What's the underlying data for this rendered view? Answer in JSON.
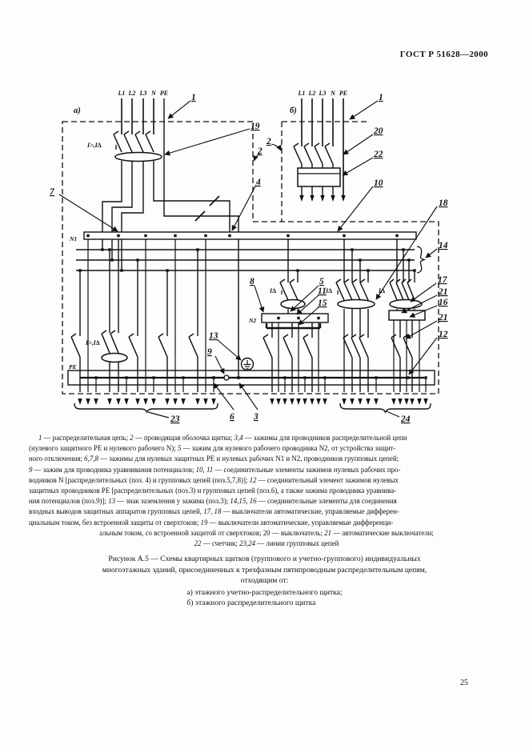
{
  "page": {
    "header": "ГОСТ Р 51628—2000",
    "page_number": "25"
  },
  "diagram": {
    "section_labels": {
      "a": "а)",
      "b": "б)"
    },
    "incoming_wires": [
      "L1",
      "L2",
      "L3",
      "N",
      "PE"
    ],
    "bus_labels": {
      "n1": "N1",
      "n2": "N2",
      "pe": "PE"
    },
    "device_labels": {
      "rcbo": "I>,I∆",
      "rcd": "I∆"
    },
    "callouts": [
      {
        "id": "c1a",
        "label": "1"
      },
      {
        "id": "c19",
        "label": "19"
      },
      {
        "id": "c2a",
        "label": "2"
      },
      {
        "id": "c4",
        "label": "4"
      },
      {
        "id": "c7",
        "label": "7"
      },
      {
        "id": "c1b",
        "label": "1"
      },
      {
        "id": "c2b",
        "label": "2"
      },
      {
        "id": "c20",
        "label": "20"
      },
      {
        "id": "c22",
        "label": "22"
      },
      {
        "id": "c10",
        "label": "10"
      },
      {
        "id": "c18",
        "label": "18"
      },
      {
        "id": "c14",
        "label": "14"
      },
      {
        "id": "c17",
        "label": "17"
      },
      {
        "id": "c21a",
        "label": "21"
      },
      {
        "id": "c16",
        "label": "16"
      },
      {
        "id": "c21b",
        "label": "21"
      },
      {
        "id": "c12",
        "label": "12"
      },
      {
        "id": "c8",
        "label": "8"
      },
      {
        "id": "c5",
        "label": "5"
      },
      {
        "id": "c11",
        "label": "11"
      },
      {
        "id": "c15",
        "label": "15"
      },
      {
        "id": "c13",
        "label": "13"
      },
      {
        "id": "c9",
        "label": "9"
      },
      {
        "id": "c6",
        "label": "6"
      },
      {
        "id": "c3",
        "label": "3"
      },
      {
        "id": "c23",
        "label": "23"
      },
      {
        "id": "c24",
        "label": "24"
      }
    ]
  },
  "legend_lines": [
    "1 — распределительная цепь; 2 — проводящая оболочка щитка; 3,4 — зажимы для проводников распределительной цепи",
    "(нулевого защитного PE и нулевого рабочего N); 5 — зажим для нулевого рабочего проводника N2, от устройства защит-",
    "ного отключения; 6,7,8 — зажимы для нулевых защитных PE и нулевых рабочих N1 и N2, проводников групповых цепей;",
    "9 — зажим для проводника уравнивания потенциалов; 10, 11 — соединительные элементы  зажимов нулевых рабочих про-",
    "водников N [распределительных (поз. 4)  и групповых цепей (поз.5,7,8)]; 12 — соединительный элемент зажимов нулевых",
    "защитных проводников PE [распределительных (поз.3)  и групповых цепей (поз.6), а также зажима проводника уравнива-",
    "ния потенциалов (поз.9)]; 13 — знак заземления у зажима (поз.3); 14,15, 16 — соединительные элементы для соединения",
    "входных выводов защитных аппаратов групповых цепей, 17, 18 — выключатели  автоматические, управляемые дифферен-",
    "циальным током, без встроенной  защиты  от сверхтоков; 19 — выключатели автоматические, управляемые дифференци-",
    "альным током, со встроенной защитой от сверхтоков; 20  — выключатель; 21 — автоматические  выключатели;",
    "22 — счетчик; 23,24 — линии групповых цепей"
  ],
  "caption_lines": [
    "Рисунок А.5 — Схемы квартирных щитков (группового и учетно-группового)  индивидуальных",
    "многоэтажных зданий,  присоединенных к трехфазным пятипроводным распределительным цепям,",
    "отходящим от:"
  ],
  "caption_items": [
    "а)  этажного учетно-распределительного щитка;",
    "б)  этажного распределительного щитка"
  ]
}
